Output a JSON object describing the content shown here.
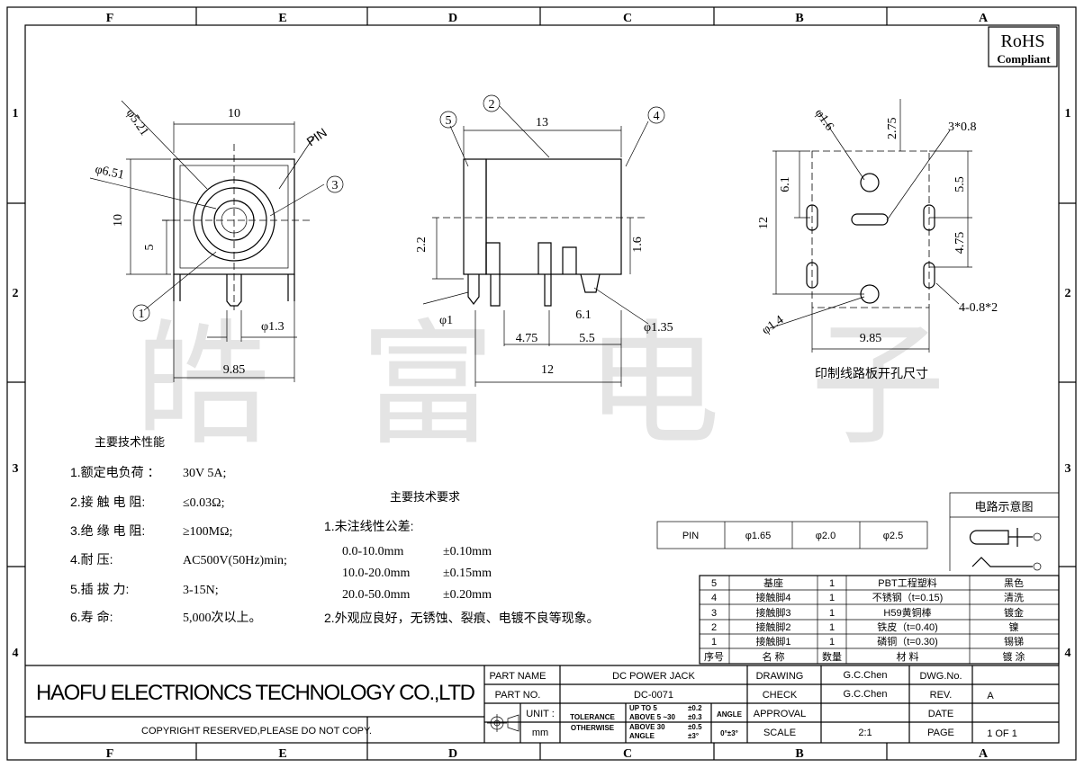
{
  "border": {
    "columns": [
      "F",
      "E",
      "D",
      "C",
      "B",
      "A"
    ],
    "rows": [
      "1",
      "2",
      "3",
      "4"
    ]
  },
  "rohs": {
    "title": "RoHS",
    "subtitle": "Compliant"
  },
  "watermark": "皓富电子",
  "front_view": {
    "d1": "φ5.21",
    "d2": "φ6.51",
    "w": "10",
    "h": "10",
    "h2": "5",
    "pin": "PIN",
    "c3": "3",
    "c1": "1",
    "pin_d": "φ1.3",
    "pitch": "9.85"
  },
  "side_view": {
    "c5": "5",
    "c2": "2",
    "c4": "4",
    "w": "13",
    "h": "2.2",
    "h2": "1.6",
    "d1": "φ1",
    "d2": "φ1.35",
    "a": "4.75",
    "b": "5.5",
    "c": "6.1",
    "total": "12"
  },
  "pcb_view": {
    "d1": "φ1.6",
    "v1": "2.75",
    "slot": "3*0.8",
    "v2": "6.1",
    "v3": "5.5",
    "v4": "4.75",
    "h": "12",
    "d2": "φ1.4",
    "holes": "4-0.8*2",
    "w": "9.85",
    "caption": "印制线路板开孔尺寸"
  },
  "specs": {
    "title": "主要技术性能",
    "items": [
      {
        "label": "1.额定电负荷 ：",
        "value": "30V 5A;"
      },
      {
        "label": "2.接 触 电 阻:",
        "value": "≤0.03Ω;"
      },
      {
        "label": "3.绝 缘 电 阻:",
        "value": "≥100MΩ;"
      },
      {
        "label": "4.耐        压:",
        "value": "AC500V(50Hz)min;"
      },
      {
        "label": "5.插   拔    力:",
        "value": "3-15N;"
      },
      {
        "label": "6.寿        命:",
        "value": "5,000次以上。"
      }
    ]
  },
  "requirements": {
    "title": "主要技术要求",
    "l1": "1.未注线性公差:",
    "tol": [
      {
        "range": "0.0-10.0mm",
        "val": "±0.10mm"
      },
      {
        "range": "10.0-20.0mm",
        "val": "±0.15mm"
      },
      {
        "range": "20.0-50.0mm",
        "val": "±0.20mm"
      }
    ],
    "l2": "2.外观应良好，无锈蚀、裂痕、电镀不良等现象。"
  },
  "pin_table": [
    "PIN",
    "φ1.65",
    "φ2.0",
    "φ2.5"
  ],
  "circuit": {
    "title": "电路示意图"
  },
  "parts": {
    "header": [
      "序号",
      "名    称",
      "数量",
      "材      料",
      "镀      涂"
    ],
    "rows": [
      [
        "5",
        "基座",
        "1",
        "PBT工程塑料",
        "黑色"
      ],
      [
        "4",
        "接触脚4",
        "1",
        "不锈钢（t=0.15)",
        "清洗"
      ],
      [
        "3",
        "接触脚3",
        "1",
        "H59黄铜棒",
        "镀金"
      ],
      [
        "2",
        "接触脚2",
        "1",
        "铁皮（t=0.40)",
        "镍"
      ],
      [
        "1",
        "接触脚1",
        "1",
        "磷铜（t=0.30)",
        "锡锑"
      ]
    ]
  },
  "title_block": {
    "company": "HAOFU ELECTRIONCS TECHNOLOGY CO.,LTD",
    "copyright": "COPYRIGHT RESERVED,PLEASE DO NOT COPY.",
    "part_name_label": "PART NAME",
    "part_name": "DC POWER JACK",
    "part_no_label": "PART NO.",
    "part_no": "DC-0071",
    "unit_label": "UNIT :",
    "unit": "mm",
    "tol1": "TOLERANCE",
    "tol2": "OTHERWISE",
    "up5": "UP TO 5",
    "up5v": "±0.2",
    "a530": "ABOVE 5 ~30",
    "a530v": "±0.3",
    "a30": "ABOVE 30",
    "a30v": "±0.5",
    "ang": "ANGLE",
    "angv": "±3°",
    "angle_label": "ANGLE",
    "angle_val": "0°±3°",
    "drawing_label": "DRAWING",
    "drawing": "G.C.Chen",
    "check_label": "CHECK",
    "check": "G.C.Chen",
    "approval_label": "APPROVAL",
    "approval": "",
    "scale_label": "SCALE",
    "scale": "2:1",
    "dwg_label": "DWG.No.",
    "dwg": "",
    "rev_label": "REV.",
    "rev": "A",
    "date_label": "DATE",
    "date": "",
    "page_label": "PAGE",
    "page": "1 OF 1"
  }
}
